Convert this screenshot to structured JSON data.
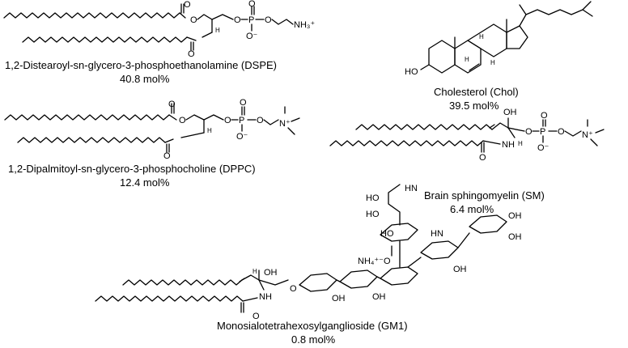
{
  "lipids": [
    {
      "id": "dspe",
      "name": "1,2-Distearoyl-sn-glycero-3-phosphoethanolamine (DSPE)",
      "fraction": "40.8 mol%",
      "atoms": {
        "o1": "O",
        "o2": "O",
        "o3": "O",
        "h": "H",
        "p": "P",
        "o4": "O",
        "o5": "O",
        "o6": "O",
        "om": "O⁻",
        "nh3": "NH₃⁺"
      }
    },
    {
      "id": "chol",
      "name": "Cholesterol (Chol)",
      "fraction": "39.5 mol%",
      "atoms": {
        "ho": "HO",
        "h1": "H",
        "h2": "H",
        "h3": "H"
      }
    },
    {
      "id": "dppc",
      "name": "1,2-Dipalmitoyl-sn-glycero-3-phosphocholine (DPPC)",
      "fraction": "12.4 mol%",
      "atoms": {
        "o1": "O",
        "o2": "O",
        "o3": "O",
        "h": "H",
        "p": "P",
        "o4": "O",
        "o5": "O",
        "o6": "O",
        "om": "O⁻",
        "n": "N⁺"
      }
    },
    {
      "id": "sm",
      "name": "Brain sphingomyelin (SM)",
      "fraction": "6.4 mol%",
      "atoms": {
        "oh": "OH",
        "h": "H",
        "nh": "NH",
        "o1": "O",
        "o2": "O",
        "p": "P",
        "o3": "O",
        "o4": "O",
        "om": "O⁻",
        "n": "N⁺"
      }
    },
    {
      "id": "gm1",
      "name": "Monosialotetrahexosylganglioside (GM1)",
      "fraction": "0.8 mol%",
      "atoms": {
        "oh": "OH",
        "h": "H",
        "nh": "NH",
        "o": "O",
        "nh4": "NH₄⁺⁻O",
        "hn": "HN",
        "ho": "HO"
      }
    }
  ]
}
